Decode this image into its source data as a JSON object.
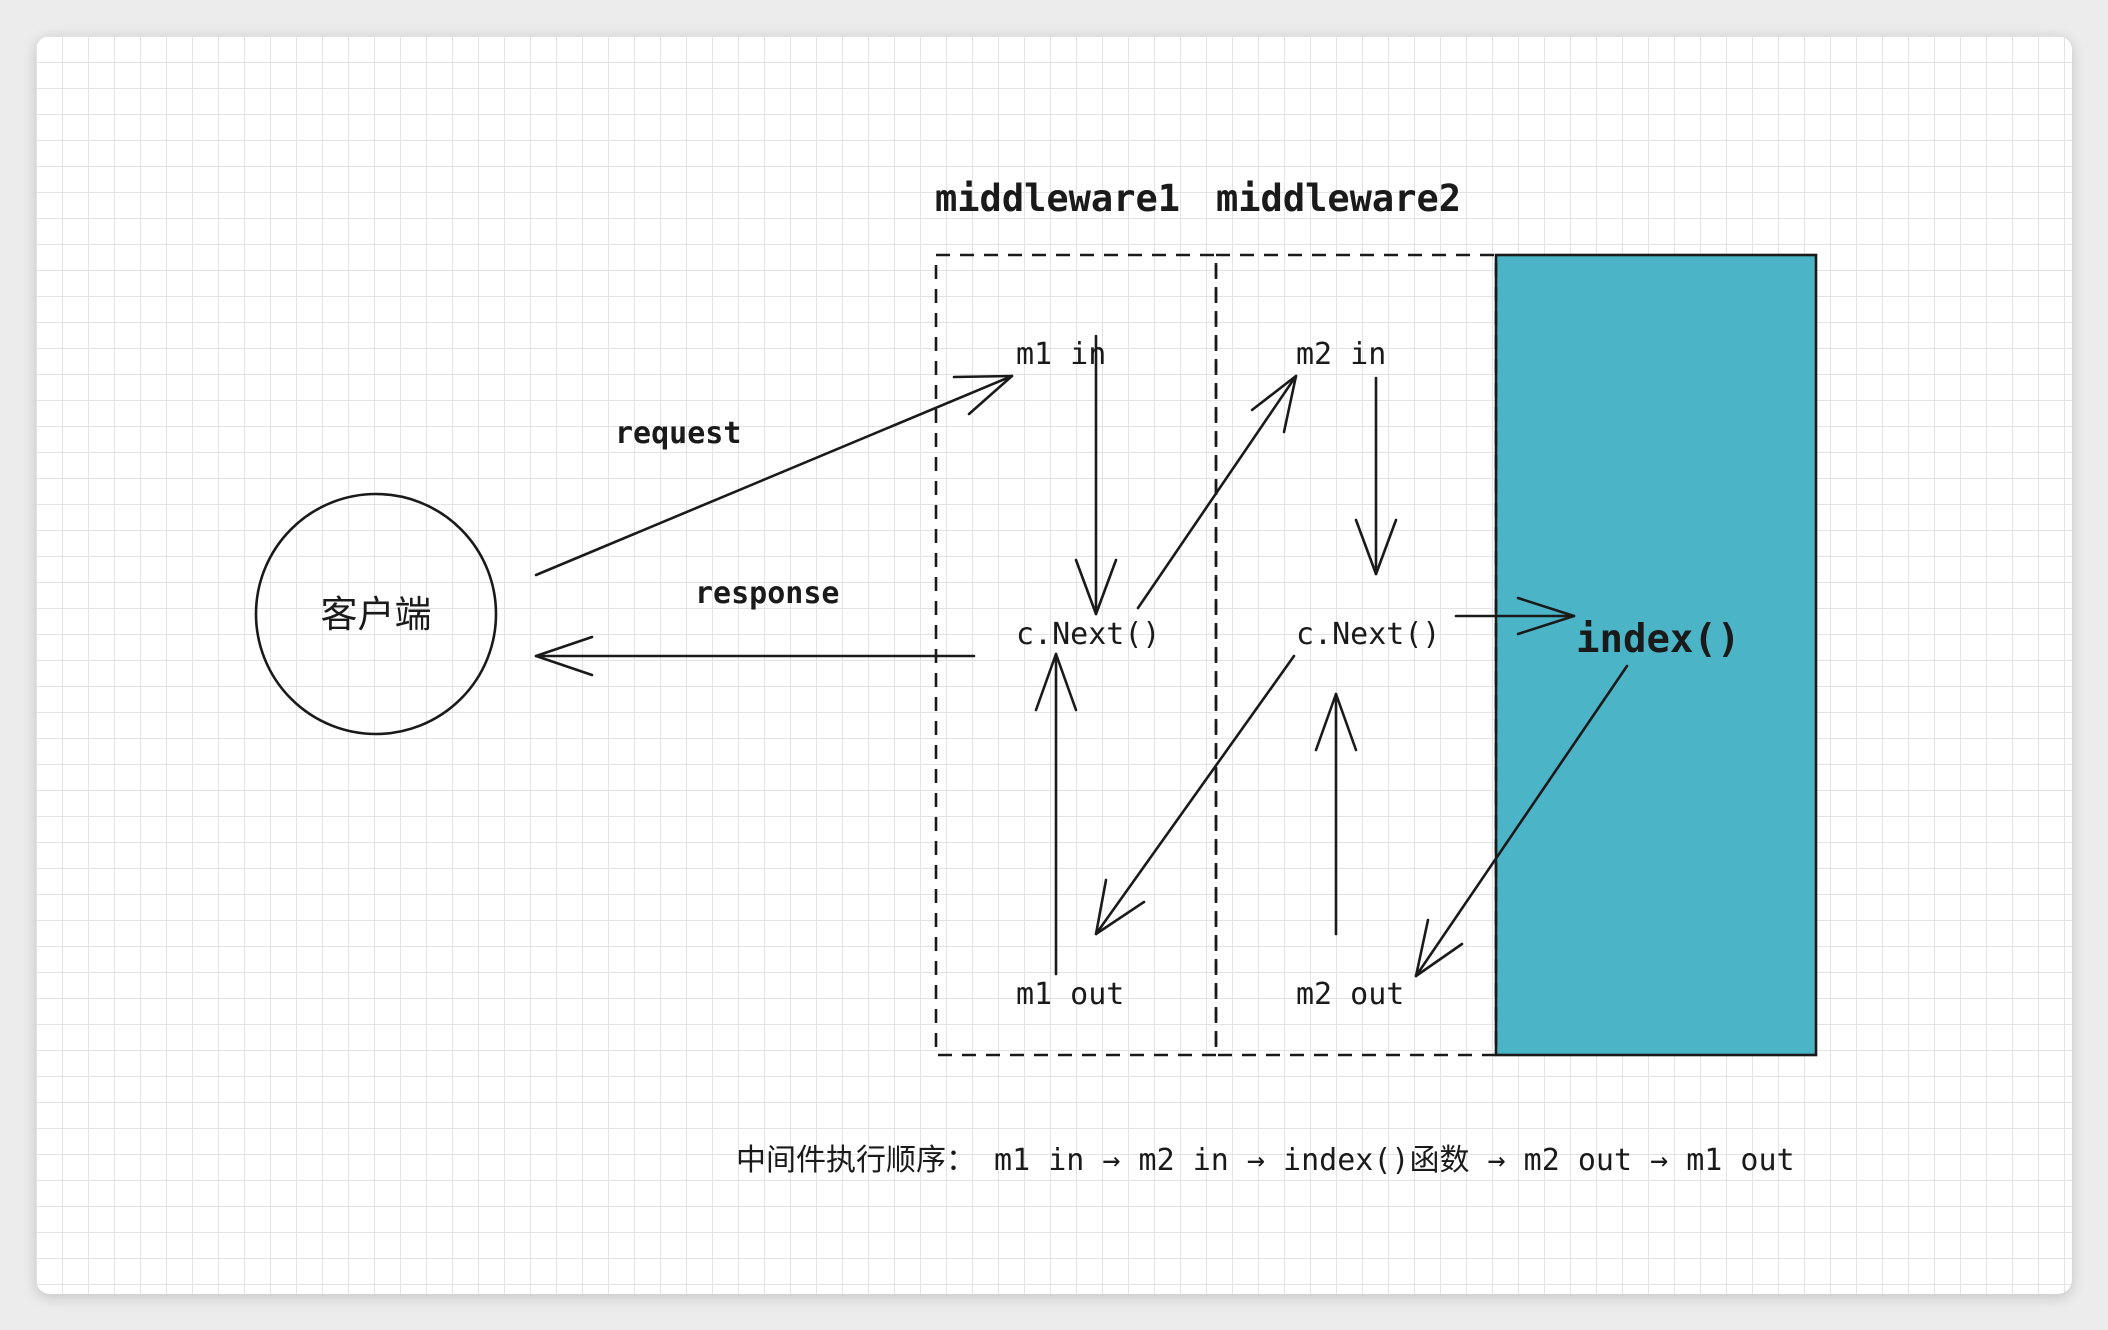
{
  "diagram": {
    "title_m1": "middleware1",
    "title_m2": "middleware2",
    "client": "客户端",
    "request": "request",
    "response": "response",
    "m1_in": "m1 in",
    "m2_in": "m2 in",
    "m1_next": "c.Next()",
    "m2_next": "c.Next()",
    "m1_out": "m1 out",
    "m2_out": "m2 out",
    "handler": "index()",
    "order_caption": "中间件执行顺序： m1 in → m2 in → index()函数 → m2 out → m1 out"
  },
  "colors": {
    "handler_fill": "#4bb4c6",
    "ink": "#1a1a1a"
  }
}
